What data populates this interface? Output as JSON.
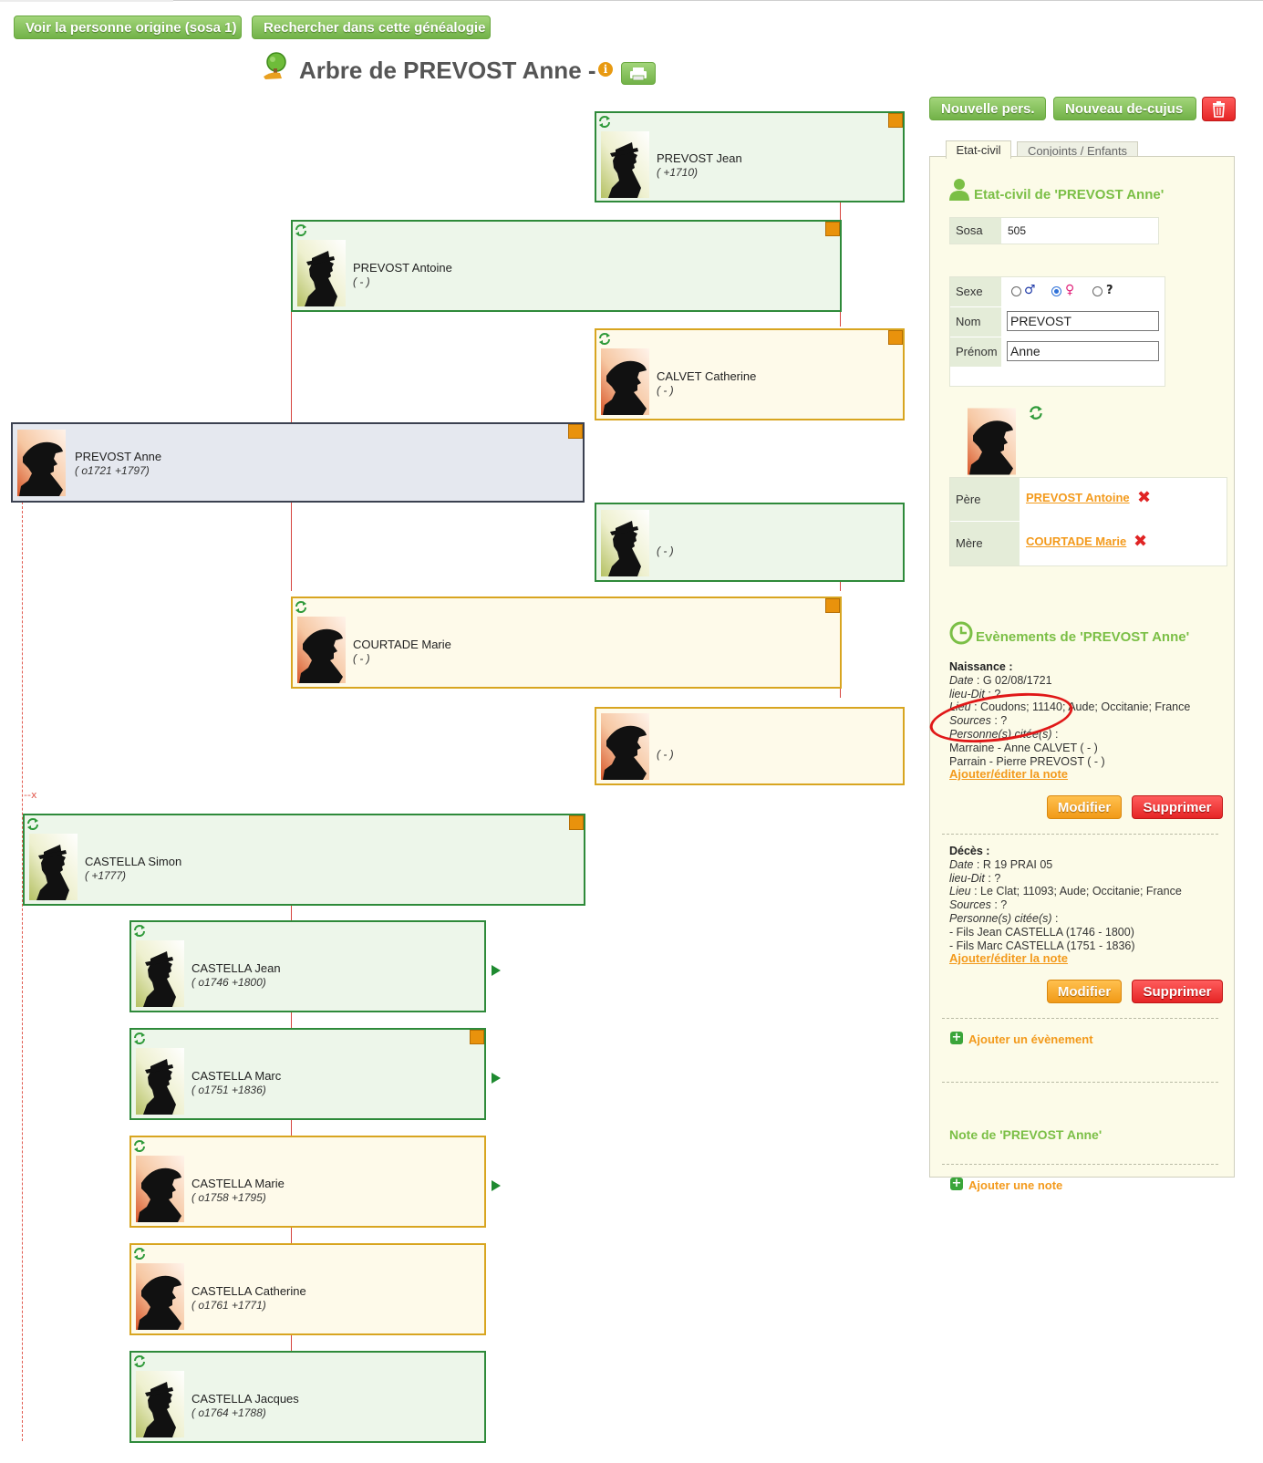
{
  "toolbar": {
    "btn_origin": "Voir la personne origine (sosa 1)",
    "btn_search": "Rechercher dans cette généalogie"
  },
  "title": "Arbre de PREVOST Anne -",
  "actions": {
    "new_person": "Nouvelle pers.",
    "new_decujus": "Nouveau de-cujus"
  },
  "tree": {
    "x_label": "--x",
    "cards": [
      {
        "id": "prevost-jean",
        "name": "PREVOST  Jean",
        "dates": "( +1710)",
        "sex": "m"
      },
      {
        "id": "prevost-antoine",
        "name": "PREVOST  Antoine",
        "dates": "( - )",
        "sex": "m"
      },
      {
        "id": "calvet-catherine",
        "name": "CALVET  Catherine",
        "dates": "( - )",
        "sex": "f"
      },
      {
        "id": "prevost-anne",
        "name": "PREVOST  Anne",
        "dates": "( o1721 +1797)",
        "sex": "f"
      },
      {
        "id": "unknown-father",
        "name": "",
        "dates": "( - )",
        "sex": "m"
      },
      {
        "id": "courtade-marie",
        "name": "COURTADE  Marie",
        "dates": "( - )",
        "sex": "f"
      },
      {
        "id": "unknown-mother",
        "name": "",
        "dates": "( - )",
        "sex": "f"
      },
      {
        "id": "castella-simon",
        "name": "CASTELLA  Simon",
        "dates": "( +1777)",
        "sex": "m"
      },
      {
        "id": "castella-jean",
        "name": "CASTELLA  Jean",
        "dates": "( o1746 +1800)",
        "sex": "m"
      },
      {
        "id": "castella-marc",
        "name": "CASTELLA  Marc",
        "dates": "( o1751 +1836)",
        "sex": "m"
      },
      {
        "id": "castella-marie",
        "name": "CASTELLA  Marie",
        "dates": "( o1758 +1795)",
        "sex": "f"
      },
      {
        "id": "castella-catherine",
        "name": "CASTELLA  Catherine",
        "dates": "( o1761 +1771)",
        "sex": "f"
      },
      {
        "id": "castella-jacques",
        "name": "CASTELLA  Jacques",
        "dates": "( o1764 +1788)",
        "sex": "m"
      }
    ]
  },
  "panel": {
    "tabs": [
      "Etat-civil",
      "Conjoints / Enfants"
    ],
    "etat_civil_title": "Etat-civil de 'PREVOST Anne'",
    "sosa_label": "Sosa",
    "sosa_value": "505",
    "sexe_label": "Sexe",
    "sexe_options": [
      "♂",
      "♀",
      "?"
    ],
    "sexe_selected": "♀",
    "nom_label": "Nom",
    "nom_value": "PREVOST",
    "prenom_label": "Prénom",
    "prenom_value": "Anne",
    "pere_label": "Père",
    "pere_value": "PREVOST Antoine",
    "mere_label": "Mère",
    "mere_value": "COURTADE Marie",
    "events_title": "Evènements de 'PREVOST Anne'",
    "events": [
      {
        "type": "Naissance :",
        "date_label": "Date",
        "date": " : G 02/08/1721",
        "lieudit_label": "lieu-Dit",
        "lieudit": " : ?",
        "lieu_label": "Lieu",
        "lieu": " : Coudons; 11140; Aude; Occitanie; France",
        "sources_label": "Sources",
        "sources": " : ?",
        "persons_label": "Personne(s) citée(s)",
        "persons_suffix": " :",
        "persons": [
          "Marraine - Anne CALVET ( - )",
          "Parrain - Pierre PREVOST ( - )"
        ],
        "note_link": "Ajouter/éditer la note"
      },
      {
        "type": "Décès :",
        "date_label": "Date",
        "date": " : R 19 PRAI 05",
        "lieudit_label": "lieu-Dit",
        "lieudit": " : ?",
        "lieu_label": "Lieu",
        "lieu": " : Le Clat; 11093; Aude; Occitanie; France",
        "sources_label": "Sources",
        "sources": " : ?",
        "persons_label": "Personne(s) citée(s)",
        "persons_suffix": " :",
        "persons": [
          "- Fils Jean CASTELLA (1746 - 1800)",
          "- Fils Marc CASTELLA (1751 - 1836)"
        ],
        "note_link": "Ajouter/éditer la note"
      }
    ],
    "btn_modifier": "Modifier",
    "btn_supprimer": "Supprimer",
    "add_event": "Ajouter un évènement",
    "note_title": "Note de 'PREVOST Anne'",
    "add_note": "Ajouter une note"
  },
  "colors": {
    "green_button": "#7bbf46",
    "male_border": "#2e8a3a",
    "female_border": "#d8a520",
    "selected_border": "#3b4150",
    "connector": "#d6443d",
    "orange_link": "#f39a1c",
    "annotation_circle": "#e01818"
  }
}
